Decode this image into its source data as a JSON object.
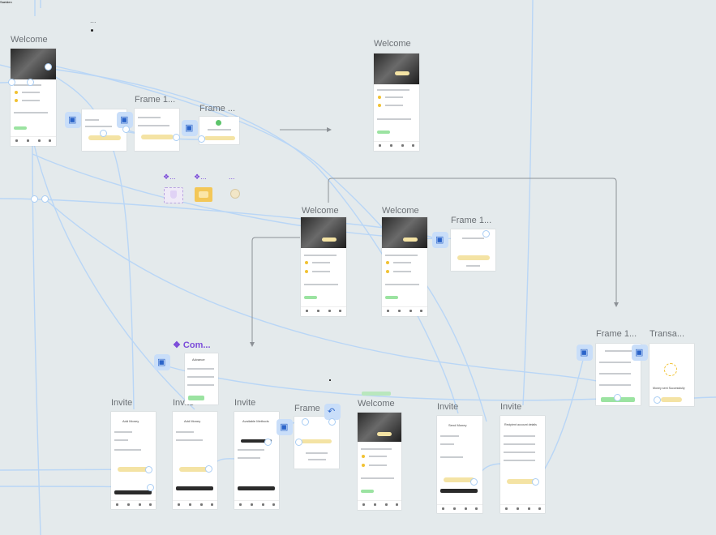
{
  "canvas": {
    "frame_labels": {
      "welcome_1": "Welcome",
      "welcome_2": "Welcome",
      "welcome_3": "Welcome",
      "welcome_4": "Welcome",
      "welcome_5": "Welcome",
      "frame_1a": "Frame 1...",
      "frame_2a": "Frame ...",
      "frame_1b": "Frame 1...",
      "frame_1c": "Frame 1...",
      "transa": "Transa...",
      "component": "❖ Com...",
      "invite_1": "Invite",
      "invite_2": "Invite",
      "invite_3": "Invite",
      "frame_bottom": "Frame",
      "invite_4": "Invite",
      "invite_5": "Invite",
      "ellipsis": "...",
      "comp_a": "❖...",
      "comp_b": "❖...",
      "comp_c": "..."
    },
    "frame_texts": {
      "addmoney_title": "Add Money",
      "addmoney_title2": "Add Money",
      "available_methods": "Available Methods",
      "send_money": "Send Money",
      "recipient_details": "Recipient account details",
      "advance": "Advance",
      "success_text": "Money sent Successfully",
      "tiny_note": "Saeiden"
    },
    "icons": {
      "prototype_start": "play-frame-icon",
      "back": "undo-arrow-icon"
    },
    "colors": {
      "canvas": "#e4eaec",
      "wire": "#a9cdf4",
      "accent_yellow": "#f4e3a4",
      "accent_green": "#9be3a1",
      "component_purple": "#7b4bd9"
    }
  }
}
